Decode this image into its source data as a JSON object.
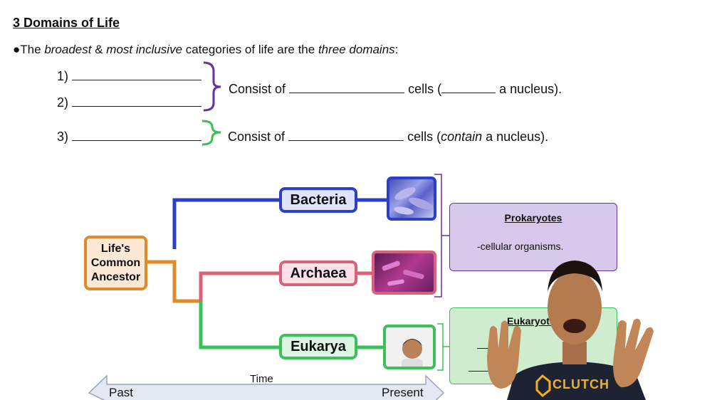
{
  "heading": "3 Domains of Life",
  "intro": {
    "bullet": "●",
    "p1": "The ",
    "em1": "broadest",
    "p2": " & ",
    "em2": "most inclusive",
    "p3": " categories of life are the ",
    "em3": "three domains",
    "p4": ":"
  },
  "items": [
    {
      "num": "1)"
    },
    {
      "num": "2)"
    },
    {
      "num": "3)"
    }
  ],
  "consist1": {
    "a": "Consist of ",
    "b": " cells (",
    "c": " a nucleus)."
  },
  "consist2": {
    "a": "Consist of ",
    "b": " cells (",
    "em": "contain",
    "c": " a nucleus)."
  },
  "tree": {
    "ancestor": "Life's Common Ancestor",
    "bacteria": "Bacteria",
    "archaea": "Archaea",
    "eukarya": "Eukarya"
  },
  "prokaryotes": {
    "title": "Prokaryotes",
    "text": "-cellular organisms."
  },
  "eukaryotes": {
    "title": "Eukaryote"
  },
  "timeline": {
    "label": "Time",
    "past": "Past",
    "present": "Present"
  },
  "brand": "CLUTCH",
  "colors": {
    "purple": "#6a2fa0",
    "green": "#3cc05a",
    "blue": "#2b3fc8",
    "pink": "#d9627a",
    "orange": "#e08a2c",
    "lavender": "#d8c8ec",
    "mint": "#cfeccf"
  }
}
